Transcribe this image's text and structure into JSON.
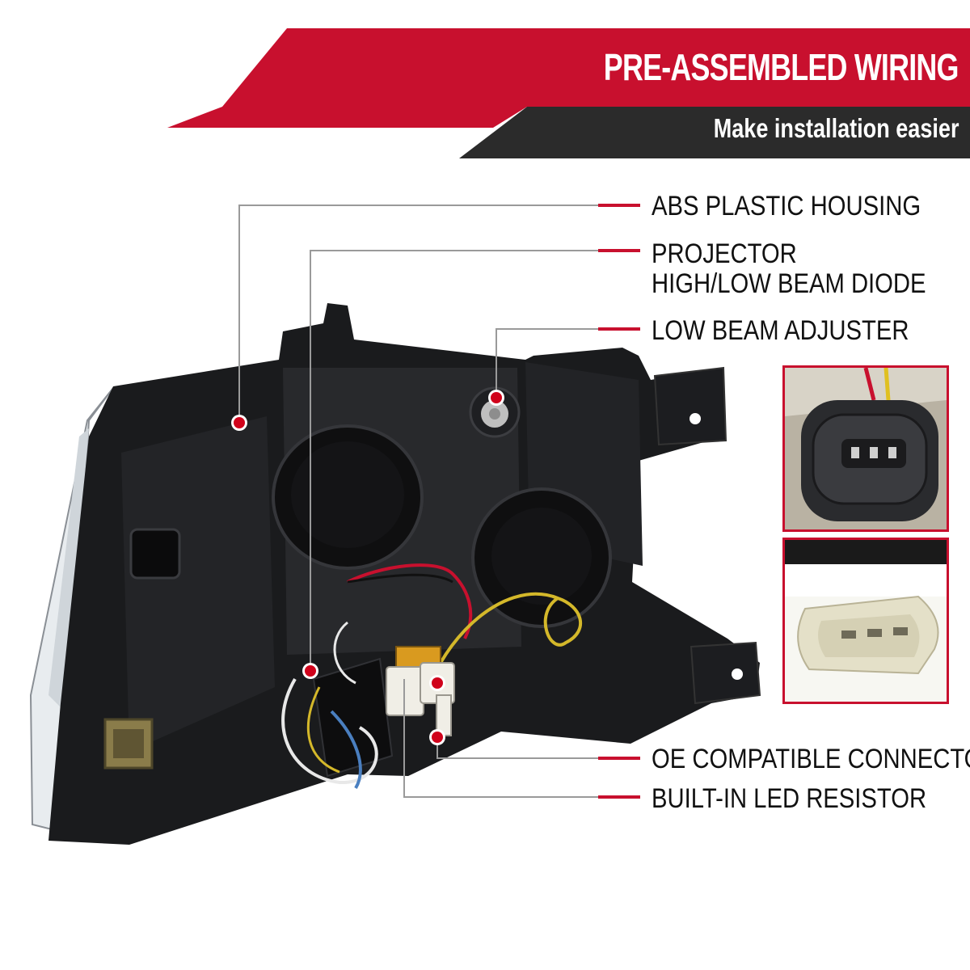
{
  "header": {
    "title": "PRE-ASSEMBLED WIRING",
    "subtitle": "Make installation easier"
  },
  "callouts": {
    "housing": "ABS PLASTIC HOUSING",
    "projector_line1": "PROJECTOR",
    "projector_line2": "HIGH/LOW BEAM DIODE",
    "adjuster": "LOW BEAM ADJUSTER",
    "connectors": "OE COMPATIBLE CONNECTORS",
    "resistor": "BUILT-IN LED RESISTOR"
  },
  "colors": {
    "accent_red": "#c8102e",
    "banner_dark": "#2b2b2b",
    "leader_gray": "#9a9a9a"
  },
  "icons": [
    "marker-dot-icon"
  ]
}
